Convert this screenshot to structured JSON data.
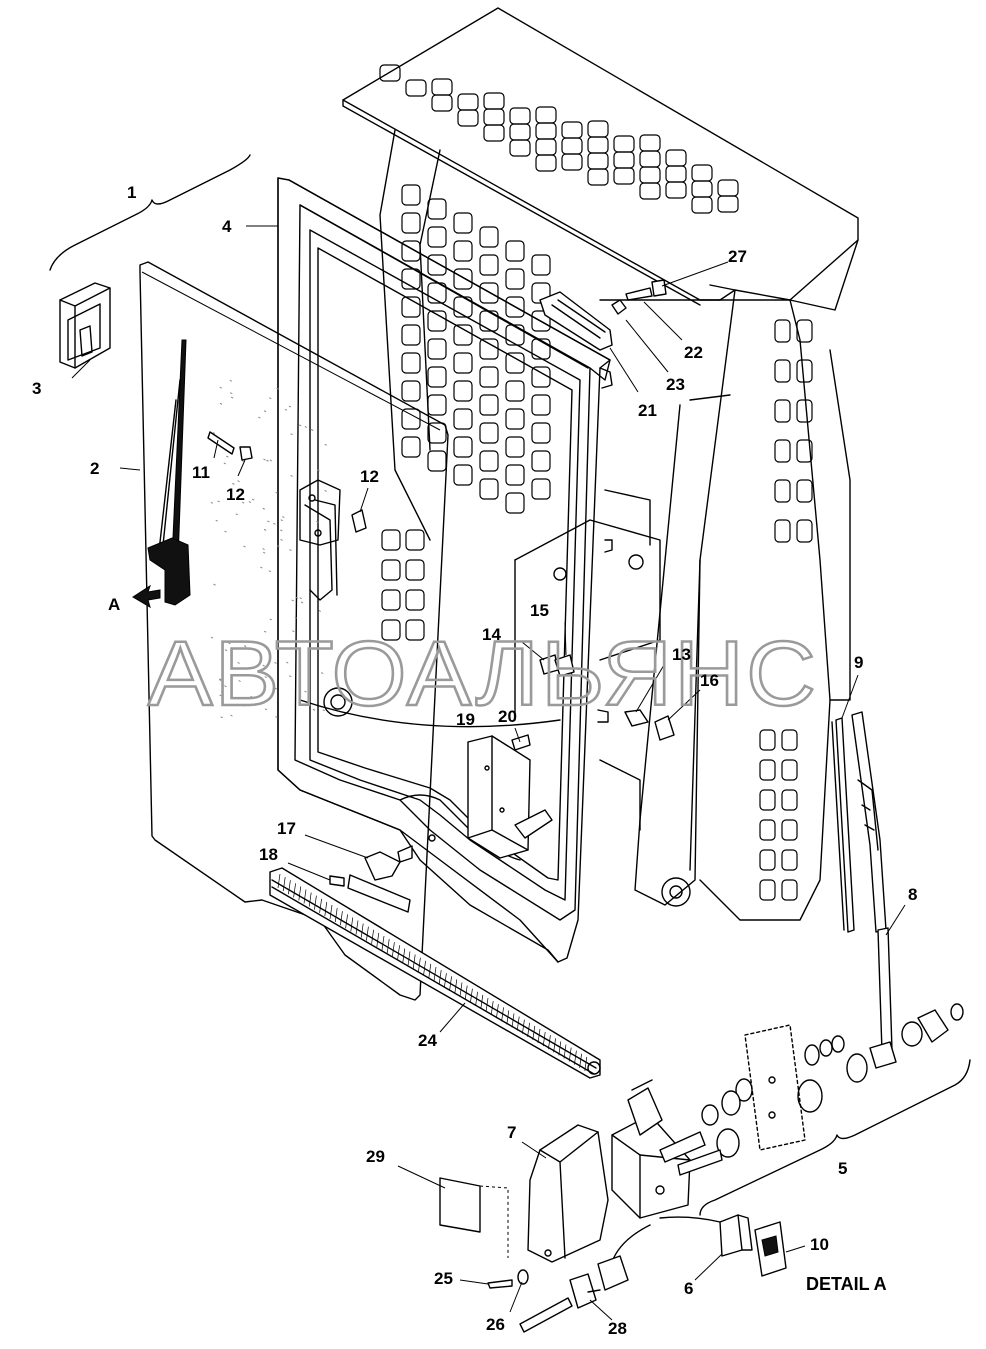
{
  "watermark": "АВТОАЛЬЯНС",
  "detail_label": "DETAIL A",
  "view_arrow_label": "A",
  "callouts": [
    "1",
    "2",
    "3",
    "4",
    "5",
    "6",
    "7",
    "8",
    "9",
    "10",
    "11",
    "12",
    "12",
    "13",
    "14",
    "15",
    "16",
    "17",
    "18",
    "19",
    "20",
    "21",
    "22",
    "23",
    "24",
    "25",
    "26",
    "27",
    "28",
    "29"
  ]
}
